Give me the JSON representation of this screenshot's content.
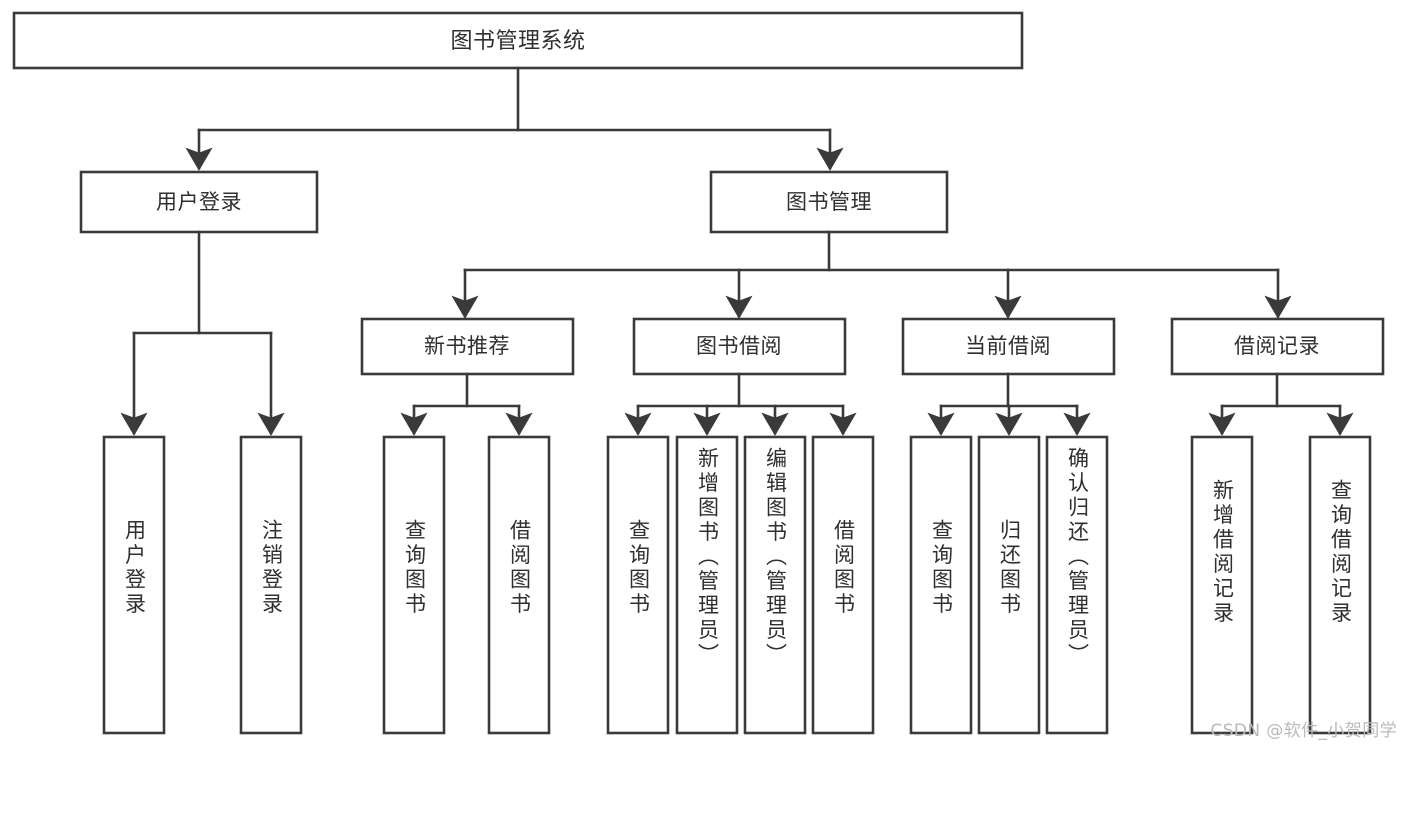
{
  "diagram": {
    "type": "tree-hierarchy",
    "title": "图书管理系统",
    "root": {
      "label": "图书管理系统"
    },
    "level2": [
      {
        "label": "用户登录"
      },
      {
        "label": "图书管理"
      }
    ],
    "level3": [
      {
        "label": "新书推荐"
      },
      {
        "label": "图书借阅"
      },
      {
        "label": "当前借阅"
      },
      {
        "label": "借阅记录"
      }
    ],
    "leaves": {
      "user_login": [
        {
          "label": "用户登录"
        },
        {
          "label": "注销登录"
        }
      ],
      "new_book_recommend": [
        {
          "label": "查询图书"
        },
        {
          "label": "借阅图书"
        }
      ],
      "book_borrow": [
        {
          "label": "查询图书"
        },
        {
          "label": "新增图书（管理员）"
        },
        {
          "label": "编辑图书（管理员）"
        },
        {
          "label": "借阅图书"
        }
      ],
      "current_borrow": [
        {
          "label": "查询图书"
        },
        {
          "label": "归还图书"
        },
        {
          "label": "确认归还（管理员）"
        }
      ],
      "borrow_record": [
        {
          "label": "新增借阅记录"
        },
        {
          "label": "查询借阅记录"
        }
      ]
    }
  },
  "watermark": {
    "text": "CSDN @软件_小贺同学"
  },
  "colors": {
    "stroke": "#3a3a3a",
    "text": "#2f2f2f",
    "background": "#ffffff",
    "watermark": "#b9b9b9"
  }
}
